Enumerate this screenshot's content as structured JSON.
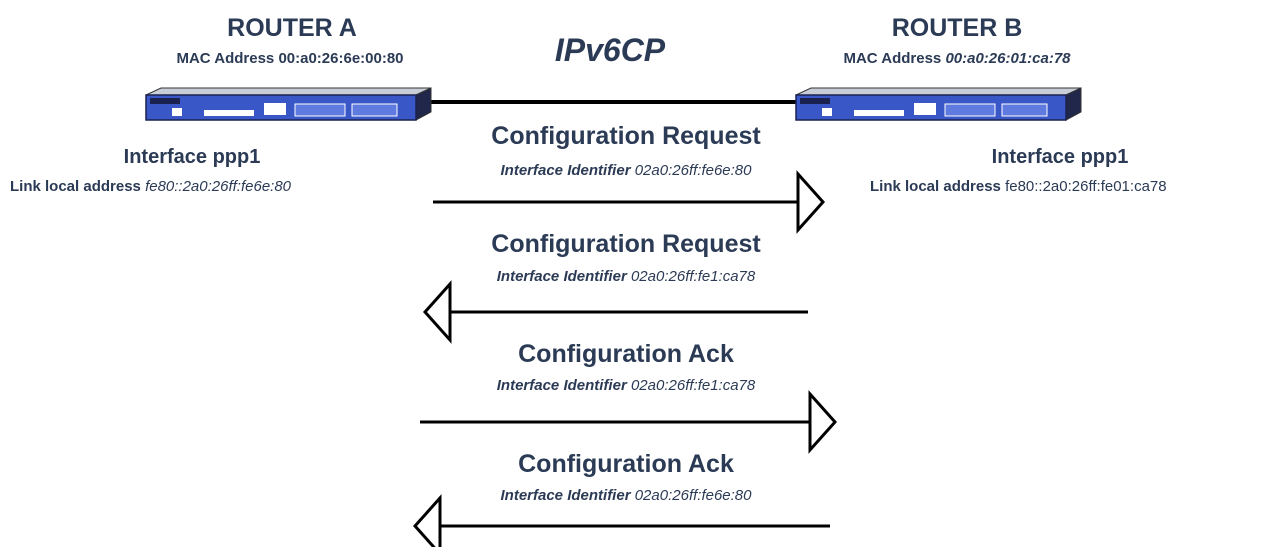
{
  "protocol": "IPv6CP",
  "router_a": {
    "title": "ROUTER A",
    "mac_label": "MAC Address",
    "mac_value": "00:a0:26:6e:00:80",
    "interface": "Interface ppp1",
    "link_label": "Link local address",
    "link_value": "fe80::2a0:26ff:fe6e:80"
  },
  "router_b": {
    "title": "ROUTER B",
    "mac_label": "MAC Address",
    "mac_value": "00:a0:26:01:ca:78",
    "interface": "Interface ppp1",
    "link_label": "Link local address",
    "link_value": "fe80::2a0:26ff:fe01:ca78"
  },
  "messages": [
    {
      "title": "Configuration Request",
      "id_label": "Interface Identifier",
      "id_value": "02a0:26ff:fe6e:80",
      "direction": "right"
    },
    {
      "title": "Configuration Request",
      "id_label": "Interface Identifier",
      "id_value": "02a0:26ff:fe1:ca78",
      "direction": "left"
    },
    {
      "title": "Configuration Ack",
      "id_label": "Interface Identifier",
      "id_value": "02a0:26ff:fe1:ca78",
      "direction": "right"
    },
    {
      "title": "Configuration Ack",
      "id_label": "Interface Identifier",
      "id_value": "02a0:26ff:fe6e:80",
      "direction": "left"
    }
  ],
  "colors": {
    "text": "#2b3a55",
    "device_body": "#2f3d7a",
    "device_face": "#3a57c8",
    "line": "#000000"
  }
}
